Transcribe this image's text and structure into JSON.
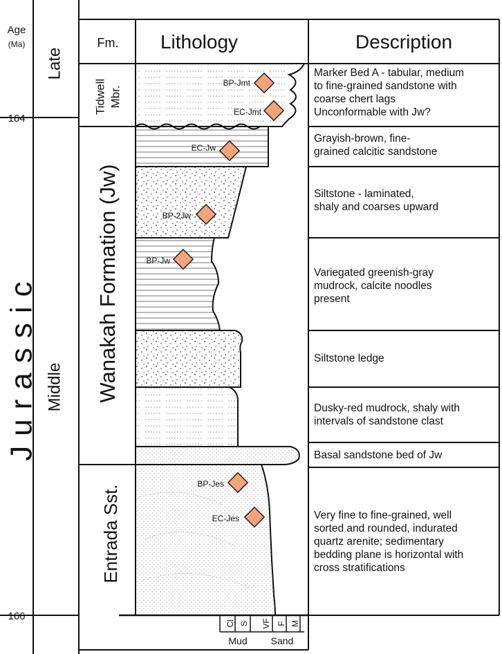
{
  "age_axis": {
    "title": "Age",
    "unit": "(Ma)",
    "tick_164": "164",
    "tick_166": "166"
  },
  "period": "Jurassic",
  "epochs": {
    "late": "Late",
    "middle": "Middle"
  },
  "headers": {
    "formation": "Fm.",
    "lithology": "Lithology",
    "description": "Description"
  },
  "formations": {
    "tidwell": [
      "Tidwell",
      "Mbr."
    ],
    "wanakah": "Wanakah Formation (Jw)",
    "entrada": "Entrada Sst."
  },
  "samples": [
    "BP-Jmt",
    "EC-Jmt",
    "EC-Jw",
    "BP-2Jw",
    "BP-Jw",
    "BP-Jes",
    "EC-Jes"
  ],
  "sample_color": "#f4a47c",
  "descriptions": [
    [
      "Marker Bed A - tabular, medium",
      "to fine-grained sandstone with",
      "coarse chert lags",
      "Unconformable with Jw?"
    ],
    [
      "Grayish-brown, fine-",
      "grained calcitic sandstone"
    ],
    [
      "Siltstone - laminated,",
      "shaly and coarses upward"
    ],
    [
      "Variegated greenish-gray",
      "mudrock, calcite noodles",
      "present"
    ],
    [
      "Siltstone ledge"
    ],
    [
      "Dusky-red mudrock, shaly with",
      "intervals of sandstone clast"
    ],
    [
      "Basal sandstone bed of Jw"
    ],
    [
      "Very fine to fine-grained, well",
      "sorted and rounded, indurated",
      "quartz arenite; sedimentary",
      "bedding plane is horizontal with",
      "cross stratifications"
    ]
  ],
  "grain_scale": {
    "ticks": [
      "Cl",
      "S",
      "VF",
      "F",
      "M"
    ],
    "groups": [
      "Mud",
      "Sand"
    ]
  }
}
